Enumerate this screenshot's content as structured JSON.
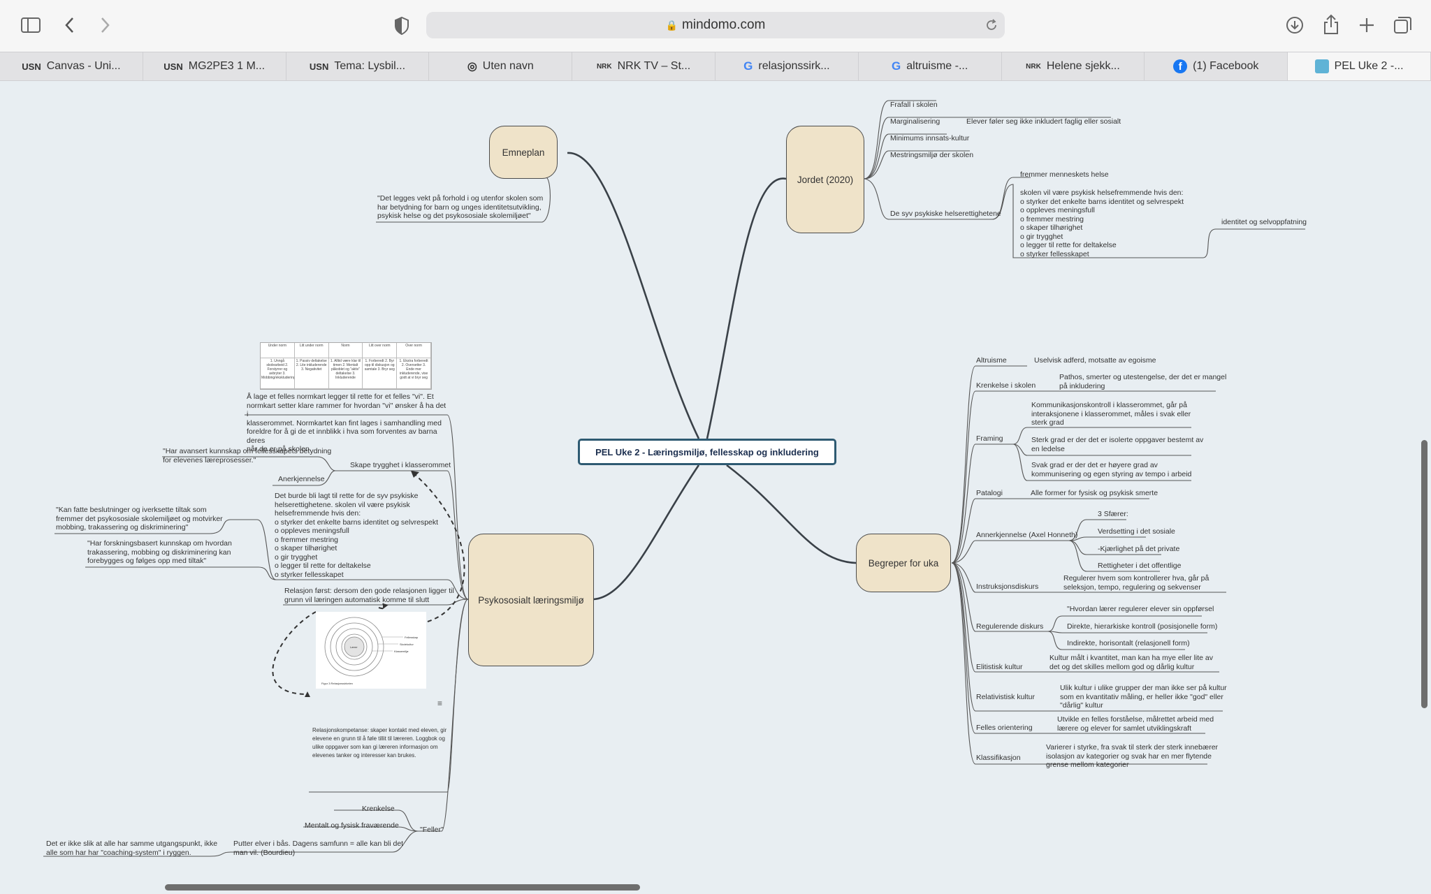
{
  "browser": {
    "url": "mindomo.com",
    "tabs": [
      {
        "label": "Canvas - Uni...",
        "icon": "USN"
      },
      {
        "label": "MG2PE3 1 M...",
        "icon": "USN"
      },
      {
        "label": "Tema: Lysbil...",
        "icon": "USN"
      },
      {
        "label": "Uten navn",
        "icon": "compass"
      },
      {
        "label": "NRK TV – St...",
        "icon": "NRK"
      },
      {
        "label": "relasjonssirk...",
        "icon": "G"
      },
      {
        "label": "altruisme -...",
        "icon": "G"
      },
      {
        "label": "Helene sjekk...",
        "icon": "NRK"
      },
      {
        "label": "(1) Facebook",
        "icon": "f"
      },
      {
        "label": "PEL Uke 2 -...",
        "icon": "square"
      }
    ]
  },
  "map": {
    "central": "PEL Uke 2 - Læringsmiljø, fellesskap og inkludering",
    "emneplan": {
      "title": "Emneplan",
      "quote": [
        "\"Det legges vekt på forhold i og utenfor skolen som",
        "har betydning for barn og unges identitetsutvikling,",
        "psykisk helse og det psykososiale skolemiljøet\""
      ]
    },
    "jordet": {
      "title": "Jordet (2020)",
      "items": [
        "Frafall i skolen",
        "Marginalisering",
        "Minimums innsats-kultur",
        "Mestringsmiljø der skolen",
        "De syv psykiske helserettighetene"
      ],
      "marginal_note": "Elever føler seg ikke inkludert faglig eller sosialt",
      "rights_top": "fremmer menneskets helse",
      "rights_list": [
        "skolen vil være psykisk helsefremmende hvis den:",
        "o      styrker det enkelte barns identitet og selvrespekt",
        "o      oppleves meningsfull",
        "o      fremmer mestring",
        "o      skaper tilhørighet",
        "o      gir trygghet",
        "o      legger til rette for deltakelse",
        "o      styrker fellesskapet"
      ],
      "identity": "identitet og selvoppfatning"
    },
    "begreper": {
      "title": "Begreper for uka",
      "altruisme": {
        "label": "Altruisme",
        "desc": "Uselvisk adferd, motsatte av egoisme"
      },
      "krenkelse": {
        "label": "Krenkelse i skolen",
        "desc": [
          "Pathos, smerter og utestengelse, der det er mangel",
          "på inkludering"
        ]
      },
      "framing": {
        "label": "Framing",
        "items": [
          [
            "Kommunikasjonskontroll i klasserommet, går på",
            "interaksjonene i klasserommet, måles i svak eller",
            "sterk grad"
          ],
          [
            "Sterk grad er der det er isolerte oppgaver bestemt av",
            "en ledelse"
          ],
          [
            "Svak grad er der det er høyere grad av",
            "kommunisering og egen styring av tempo i arbeid"
          ]
        ]
      },
      "patologi": {
        "label": "Patalogi",
        "desc": "Alle former for fysisk og psykisk smerte"
      },
      "honneth": {
        "label": "Annerkjennelse (Axel Honneth)",
        "items": [
          "3 Sfærer:",
          "Verdsetting i det sosiale",
          "-Kjærlighet på det private",
          "Rettigheter i det offentlige"
        ]
      },
      "instruksjon": {
        "label": "Instruksjonsdiskurs",
        "desc": [
          "Regulerer hvem som kontrollerer hva, går på",
          "seleksjon, tempo, regulering og sekvenser"
        ]
      },
      "regulerende": {
        "label": "Regulerende diskurs",
        "items": [
          "\"Hvordan lærer regulerer elever sin oppførsel",
          "Direkte, hierarkiske kontroll (posisjonelle form)",
          "Indirekte, horisontalt (relasjonell form)"
        ]
      },
      "elitistisk": {
        "label": "Elitistisk kultur",
        "desc": [
          "Kultur målt i kvantitet, man kan ha mye eller lite av",
          "det og det skilles mellom god og dårlig kultur"
        ]
      },
      "relativistisk": {
        "label": "Relativistisk kultur",
        "desc": [
          "Ulik kultur i ulike grupper der man ikke ser på kultur",
          "som en kvantitativ måling, er heller ikke \"god\" eller",
          "\"dårlig\" kultur"
        ]
      },
      "felles": {
        "label": "Felles orientering",
        "desc": [
          "Utvikle en felles forståelse, målrettet arbeid med",
          "lærere og elever for samlet utviklingskraft"
        ]
      },
      "klassifikasjon": {
        "label": "Klassifikasjon",
        "desc": [
          "Varierer i styrke, fra svak til sterk der sterk innebærer",
          "isolasjon av kategorier og svak har en mer flytende",
          "grense mellom kategorier"
        ]
      }
    },
    "psykososialt": {
      "title": "Psykososialt læringsmiljø",
      "norm_table": {
        "headers": [
          "Under norm",
          "Litt under norm",
          "Norm",
          "Litt over norm",
          "Over norm"
        ],
        "cells": [
          "1. Unngå skolearbeid 2. Forstyrrer og avbryter 3. Mobbing/ekskludering",
          "1. Passiv deltakelse 2. Lite inkluderende 3. Negativitet",
          "1. Alltid være klar til timen 2. Mentalt påkoblet og \"aktiv\" deltakelse 3. Inkluderende",
          "1. Forberedt 2. Byr opp til diskusjon og samtale 3. Bryr seg",
          "1. Ekstra forberedt 2. Oversetter 3. Ende mer inkluderende, vise godt at vi bryr seg"
        ]
      },
      "normkart": [
        "Å lage et felles normkart legger til rette for et felles \"vi\". Et",
        "normkart setter klare rammer for hvordan \"vi\" ønsker å ha det i",
        "klasserommet. Normkartet kan fint lages i samhandling med",
        "foreldre for å gi de et innblikk i hva som forventes av barna deres",
        "når de er på skolen."
      ],
      "quote_fellesskap": [
        "\"Har avansert kunnskap om fellesskapets betydning",
        "for elevenes læreprosesser.\""
      ],
      "skape_trygghet": "Skape trygghet i klasserommet",
      "anerkjennelse": "Anerkjennelse",
      "quote_tiltak": [
        "\"Kan fatte beslutninger og iverksette tiltak som",
        "fremmer det psykososiale skolemiljøet og motvirker",
        "mobbing, trakassering og diskriminering\""
      ],
      "quote_forskning": [
        "\"Har forskningsbasert kunnskap om hvordan",
        "trakassering, mobbing og diskriminering kan",
        "forebygges og følges opp med tiltak\""
      ],
      "syv_rettigheter": [
        "Det burde bli lagt til rette for de syv psykiske",
        "helserettighetene. skolen vil være psykisk",
        "helsefremmende hvis den:",
        "o      styrker det enkelte barns identitet og selvrespekt",
        "o      oppleves meningsfull",
        "o      fremmer mestring",
        "o      skaper tilhørighet",
        "o      gir trygghet",
        "o      legger til rette for deltakelse",
        "o      styrker fellesskapet"
      ],
      "relasjon_forst": [
        "Relasjon først: dersom den gode relasjonen ligger til",
        "grunn vil læringen automatisk komme til slutt"
      ],
      "relasjonskompetanse": [
        "Relasjonskompetanse: skaper kontakt med eleven, gir",
        "elevene en grunn til å føle tillit til læreren. Loggbok og",
        "ulike oppgaver som kan gi læreren informasjon om",
        "elevenes tanker og interesser kan brukes."
      ],
      "feller": {
        "label": "\"Feller\"",
        "items": [
          "Krenkelse",
          "Mentalt og fysisk fraværende"
        ]
      },
      "bourdieu": [
        "Putter elver i bås. Dagens samfunn = alle kan bli det",
        "man vil.  (Bourdieu)"
      ],
      "coaching": [
        "Det er ikke slik at alle har samme utgangspunkt, ikke",
        "alle som har har \"coaching-system\" i ryggen."
      ],
      "circle_labels": [
        "Lærer",
        "Fellesskap",
        "Skolekultur",
        "Klassemiljø"
      ],
      "circle_caption": "Figur 3 Relasjonssirkelen"
    }
  }
}
